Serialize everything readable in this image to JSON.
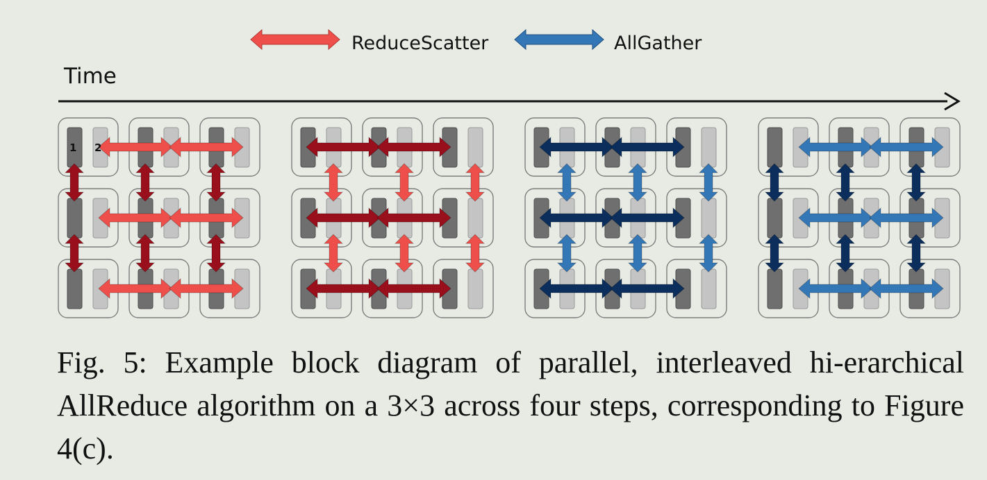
{
  "legend": {
    "reduce_scatter": "ReduceScatter",
    "all_gather": "AllGather"
  },
  "time_axis": {
    "label": "Time"
  },
  "chip_labels": [
    "1",
    "2"
  ],
  "caption": "Fig. 5: Example block diagram of parallel, interleaved hi-erarchical AllReduce algorithm on a 3×3 across four steps, corresponding to Figure 4(c).",
  "colors": {
    "background": "#e7ebe4",
    "reduce_scatter_light": "#ee4f4a",
    "reduce_scatter_dark": "#990f1b",
    "all_gather_light": "#3477b6",
    "all_gather_dark": "#0b2e5c",
    "chip_dark": "#6f6f6f",
    "chip_light": "#c4c4c4"
  },
  "diagram": {
    "grid": [
      3,
      3
    ],
    "steps": [
      {
        "horizontal": "reduce_scatter_light",
        "vertical": "reduce_scatter_dark"
      },
      {
        "horizontal": "reduce_scatter_dark",
        "vertical": "reduce_scatter_light"
      },
      {
        "horizontal": "all_gather_dark",
        "vertical": "all_gather_light"
      },
      {
        "horizontal": "all_gather_light",
        "vertical": "all_gather_dark"
      }
    ]
  }
}
